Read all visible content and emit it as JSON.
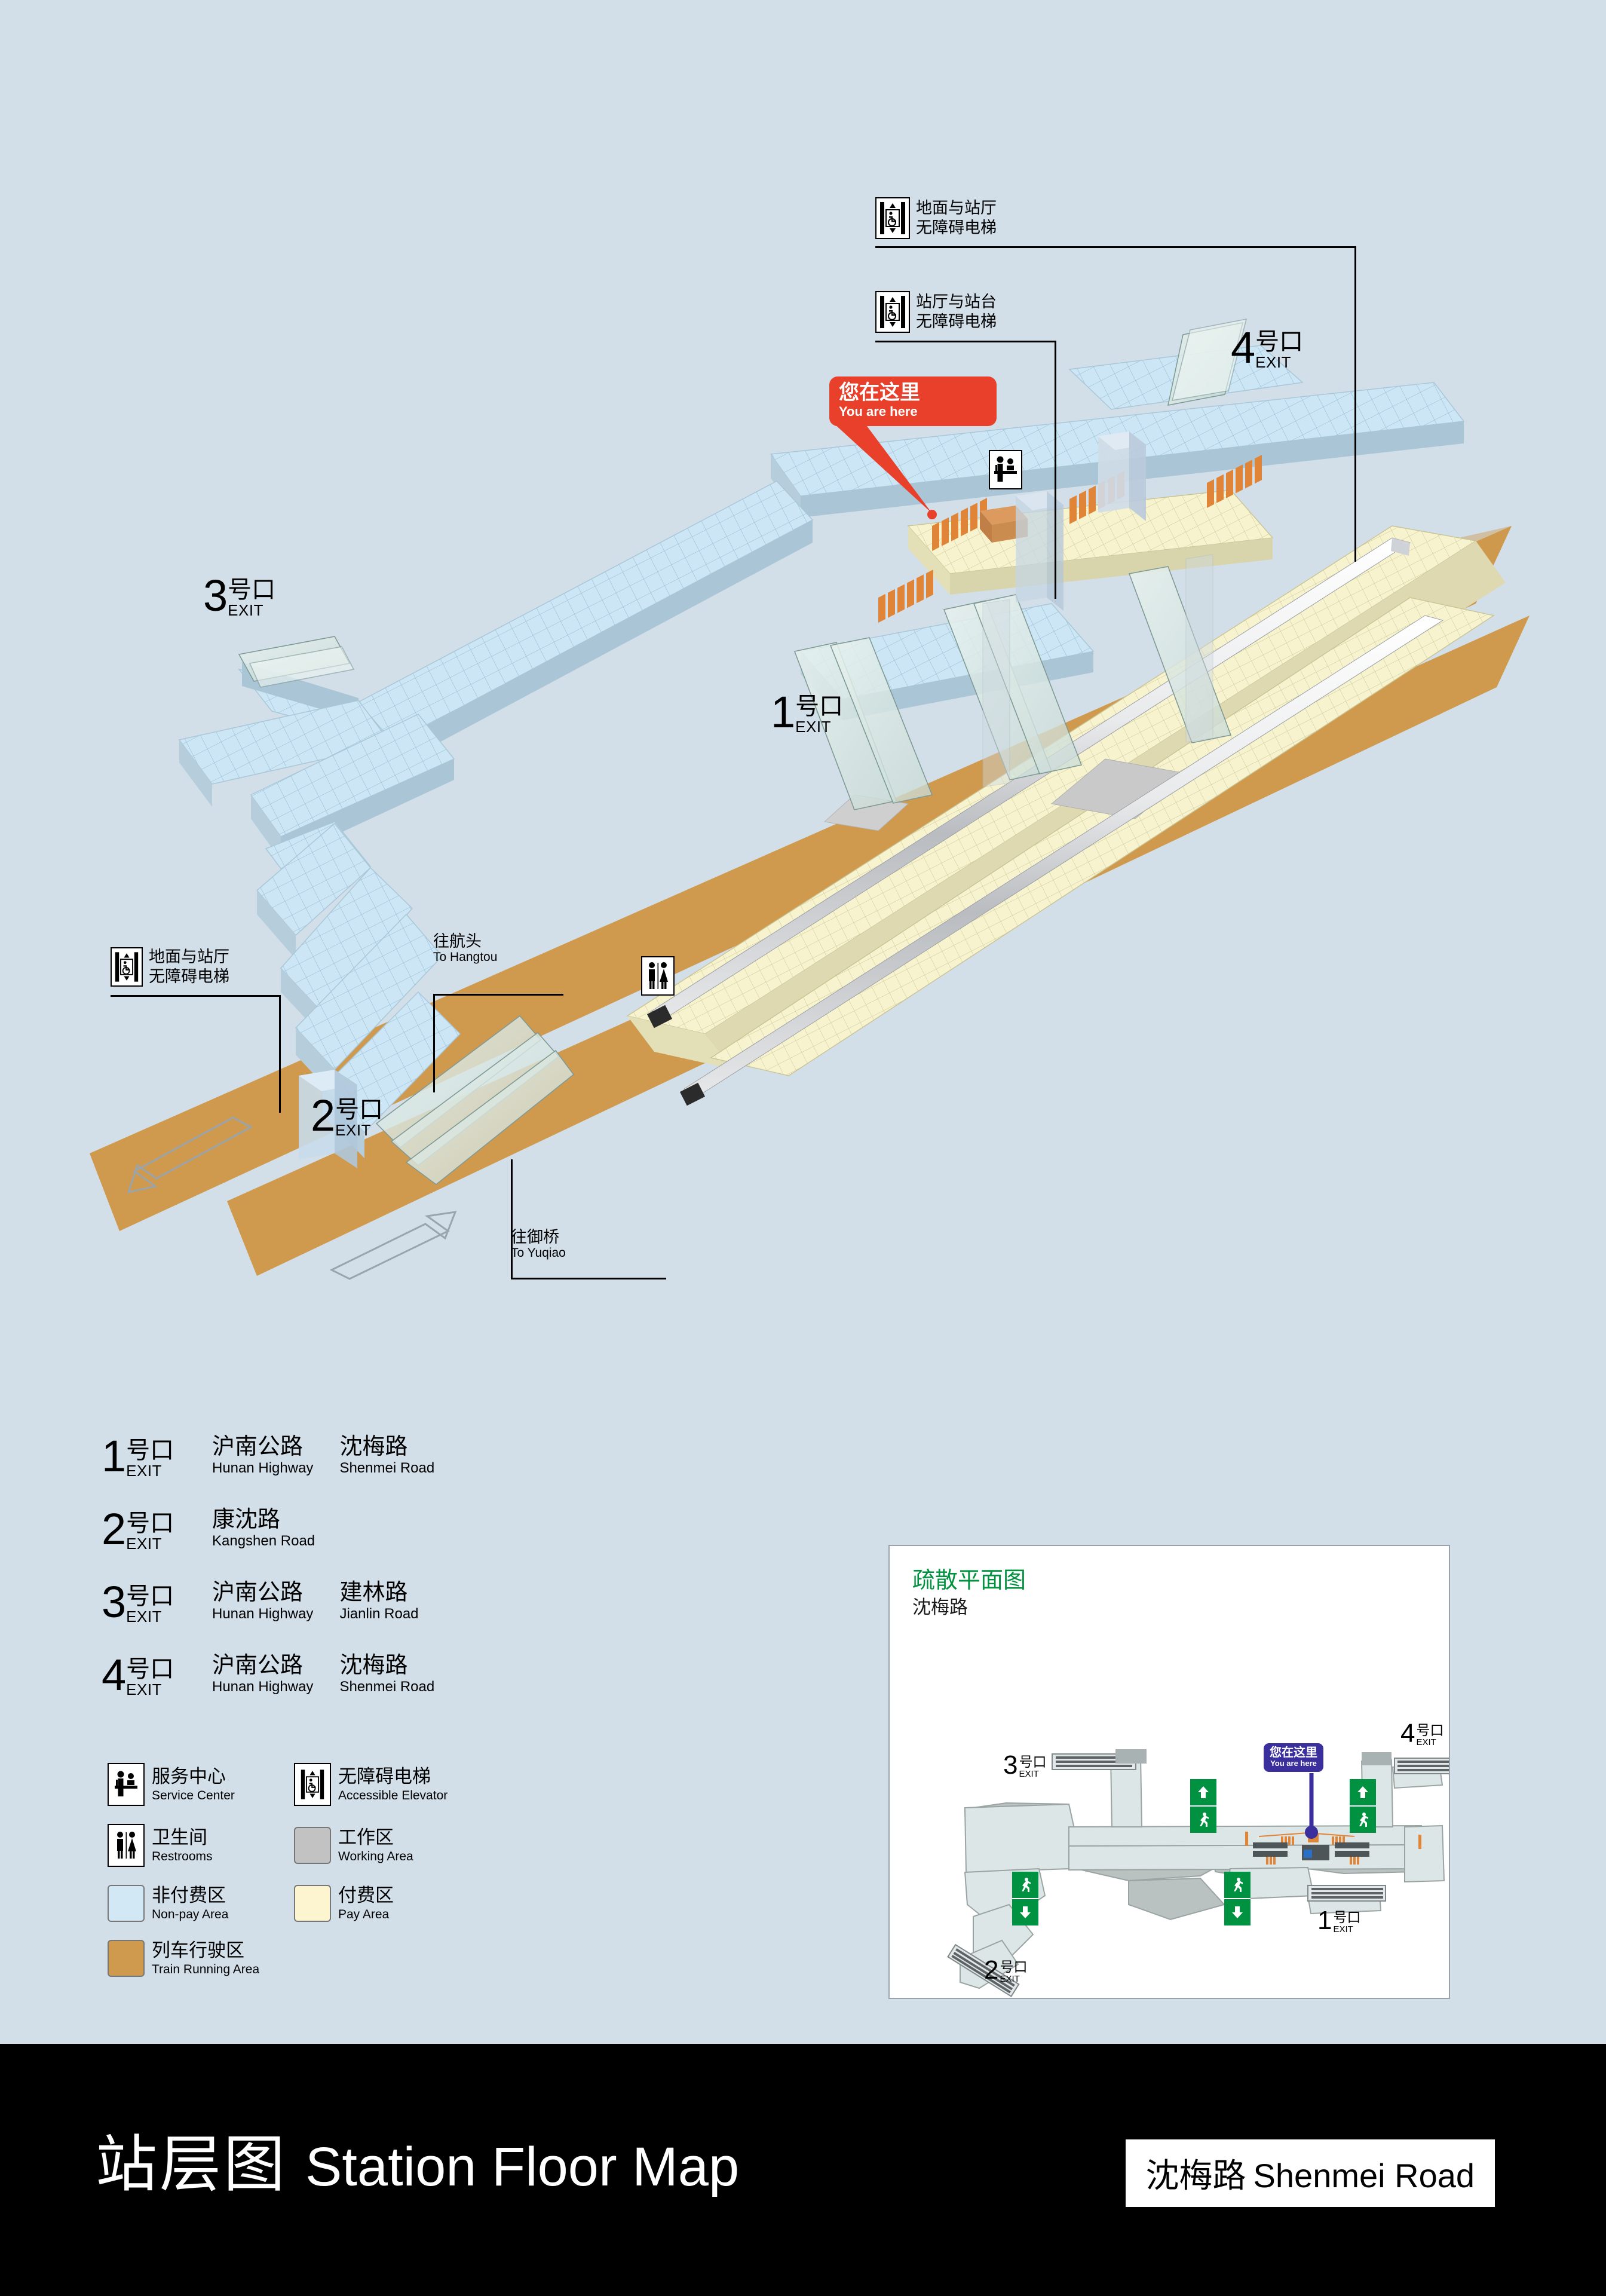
{
  "background_color": "#d2dfe9",
  "map": {
    "you_are_here": {
      "cn": "您在这里",
      "en": "You are here",
      "color": "#e8402a"
    },
    "exits": [
      {
        "id": "3",
        "num": "3",
        "cn": "号口",
        "en": "EXIT"
      },
      {
        "id": "4",
        "num": "4",
        "cn": "号口",
        "en": "EXIT"
      },
      {
        "id": "1",
        "num": "1",
        "cn": "号口",
        "en": "EXIT"
      },
      {
        "id": "2",
        "num": "2",
        "cn": "号口",
        "en": "EXIT"
      }
    ],
    "callouts": [
      {
        "id": "ground-to-concourse-elevator-top",
        "icon": "accessible-elevator-icon",
        "line1": "地面与站厅",
        "line2": "无障碍电梯"
      },
      {
        "id": "concourse-to-platform-elevator",
        "icon": "accessible-elevator-icon",
        "line1": "站厅与站台",
        "line2": "无障碍电梯"
      },
      {
        "id": "ground-to-concourse-elevator-left",
        "icon": "accessible-elevator-icon",
        "line1": "地面与站厅",
        "line2": "无障碍电梯"
      }
    ],
    "directions": [
      {
        "id": "to-hangtou",
        "cn": "往航头",
        "en": "To Hangtou"
      },
      {
        "id": "to-yuqiao",
        "cn": "往御桥",
        "en": "To Yuqiao"
      }
    ],
    "pictograms": [
      {
        "id": "service-center-on-map",
        "name": "service-center-icon"
      },
      {
        "id": "restrooms-on-map",
        "name": "restrooms-icon"
      }
    ]
  },
  "exit_list": [
    {
      "num": "1",
      "cn": "号口",
      "en": "EXIT",
      "roads": [
        {
          "cn": "沪南公路",
          "en": "Hunan Highway"
        },
        {
          "cn": "沈梅路",
          "en": "Shenmei Road"
        }
      ]
    },
    {
      "num": "2",
      "cn": "号口",
      "en": "EXIT",
      "roads": [
        {
          "cn": "康沈路",
          "en": "Kangshen Road"
        }
      ]
    },
    {
      "num": "3",
      "cn": "号口",
      "en": "EXIT",
      "roads": [
        {
          "cn": "沪南公路",
          "en": "Hunan Highway"
        },
        {
          "cn": "建林路",
          "en": "Jianlin Road"
        }
      ]
    },
    {
      "num": "4",
      "cn": "号口",
      "en": "EXIT",
      "roads": [
        {
          "cn": "沪南公路",
          "en": "Hunan Highway"
        },
        {
          "cn": "沈梅路",
          "en": "Shenmei Road"
        }
      ]
    }
  ],
  "legend": {
    "rows": [
      [
        {
          "icon": "service-center-icon",
          "type": "icon",
          "cn": "服务中心",
          "en": "Service Center"
        },
        {
          "icon": "accessible-elevator-icon",
          "type": "icon",
          "cn": "无障碍电梯",
          "en": "Accessible Elevator"
        }
      ],
      [
        {
          "icon": "restrooms-icon",
          "type": "icon",
          "cn": "卫生间",
          "en": "Restrooms"
        },
        {
          "icon": "swatch",
          "type": "swatch",
          "color": "#c2c2c2",
          "cn": "工作区",
          "en": "Working Area"
        }
      ],
      [
        {
          "icon": "swatch",
          "type": "swatch",
          "color": "#d3e8f5",
          "cn": "非付费区",
          "en": "Non-pay Area"
        },
        {
          "icon": "swatch",
          "type": "swatch",
          "color": "#fdf4d0",
          "cn": "付费区",
          "en": "Pay Area"
        }
      ],
      [
        {
          "icon": "swatch",
          "type": "swatch",
          "color": "#cf9a4d",
          "cn": "列车行驶区",
          "en": "Train Running Area"
        }
      ]
    ]
  },
  "inset": {
    "title_cn": "疏散平面图",
    "title_color": "#00923f",
    "station_cn": "沈梅路",
    "you_are_here": {
      "cn": "您在这里",
      "en": "You are here",
      "color": "#3b2f9e"
    },
    "exits": [
      {
        "num": "3",
        "cn": "号口",
        "en": "EXIT"
      },
      {
        "num": "4",
        "cn": "号口",
        "en": "EXIT"
      },
      {
        "num": "1",
        "cn": "号口",
        "en": "EXIT"
      },
      {
        "num": "2",
        "cn": "号口",
        "en": "EXIT"
      }
    ],
    "exit_sign_color": "#009240"
  },
  "bottom_bar": {
    "title_cn": "站层图",
    "title_en": "Station Floor Map",
    "station_cn": "沈梅路",
    "station_en": "Shenmei Road",
    "bg": "#000000"
  }
}
